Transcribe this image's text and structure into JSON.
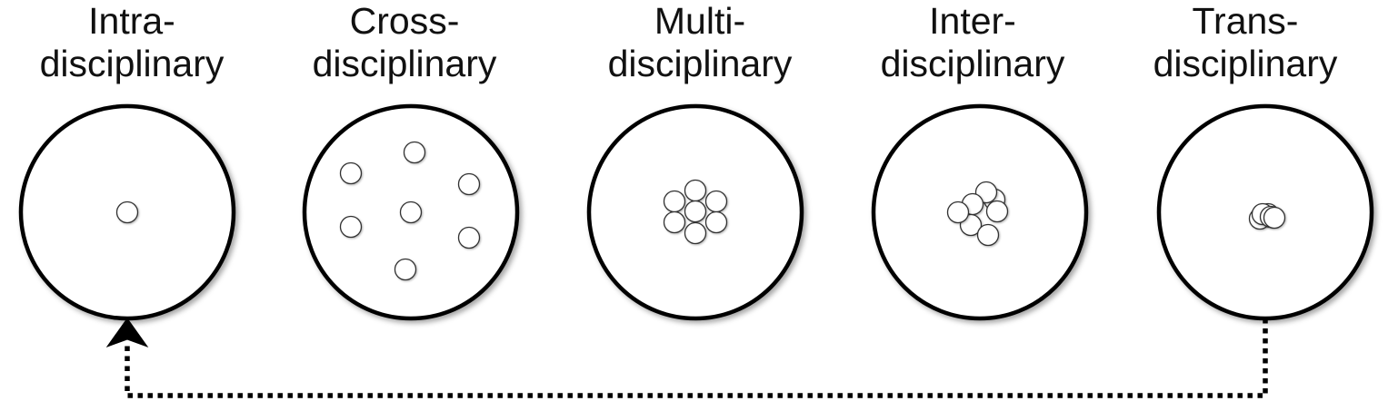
{
  "colors": {
    "stroke": "#000000",
    "circle_fill": "#ffffff",
    "small_circle_stroke": "#333333",
    "text": "#111111"
  },
  "panels": [
    {
      "id": "intra",
      "line1": "Intra-",
      "line2": "disciplinary",
      "small_circle_count": 1
    },
    {
      "id": "cross",
      "line1": "Cross-",
      "line2": "disciplinary",
      "small_circle_count": 7
    },
    {
      "id": "multi",
      "line1": "Multi-",
      "line2": "disciplinary",
      "small_circle_count": 7
    },
    {
      "id": "inter",
      "line1": "Inter-",
      "line2": "disciplinary",
      "small_circle_count": 7
    },
    {
      "id": "trans",
      "line1": "Trans-",
      "line2": "disciplinary",
      "small_circle_count": 5
    }
  ],
  "connector": {
    "from": "trans",
    "to": "intra",
    "style": "dotted-arrow"
  }
}
